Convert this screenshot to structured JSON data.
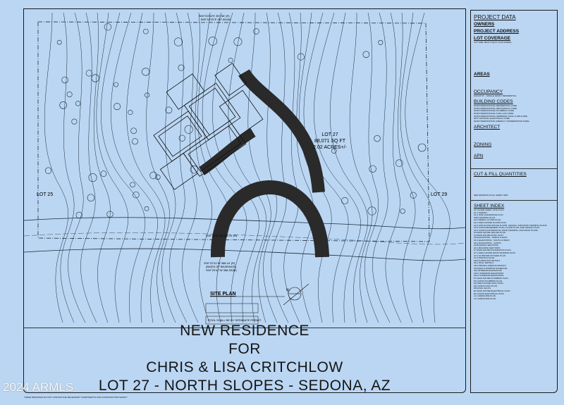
{
  "drawing": {
    "lot_left": "LOT 25",
    "lot_right": "LOT 29",
    "lot_center": {
      "name": "LOT 27",
      "area_sqft": "88,071 SQ FT",
      "area_acres": "2.02 ACRES+/-"
    },
    "bearing_top_r": "N90°20'04\"E 357.58' (R)",
    "bearing_top_m": "N90°19'20\"E 357.66'(M)",
    "bearing_bottom_r": "S00°22'41\"W 368.44' (R)",
    "bearing_bottom_basis": "(BASIS OF BEARINGS)",
    "bearing_bottom_m": "S00°20'41\"W 368.35'(M)",
    "bearing_mid": "S00°22'41\"W 268.24' (R)",
    "site_plan_label": "SITE PLAN",
    "north_label": "N",
    "note_pool": "POOL SHALL BE BY SEPARATE PERMIT",
    "colors": {
      "background": "#bad6f3",
      "driveway": "#2a2a2a",
      "linework": "#1e2a3a"
    }
  },
  "title_block": {
    "line1": "NEW RESIDENCE",
    "line2": "FOR",
    "line3": "CHRIS & LISA CRITCHLOW",
    "line4": "LOT 27 - NORTH SLOPES - SEDONA, AZ"
  },
  "panel": {
    "heading": "PROJECT DATA",
    "owners": "OWNERS",
    "project_address": "PROJECT ADDRESS",
    "lot_coverage": "LOT COVERAGE",
    "lot_size": "LOT SIZE: 88,071 SQ FT (2.02 ACRES)",
    "areas": "AREAS",
    "occupancy": "OCCUPANCY",
    "occupancy_text": "GROUP 'R' - SINGLE FAMILY RESIDENTIAL",
    "building_codes": "BUILDING CODES",
    "codes": [
      "2018 INTERNATIONAL RESIDENTIAL CODE",
      "2018 INTERNATIONAL MECHANICAL CODE",
      "2018 INTERNATIONAL PLUMBING CODE",
      "2018 INTERNATIONAL FUEL GAS CODE",
      "2018 INTERNATIONAL SWIMMING POOL & SPA CODE",
      "2017 NATIONAL ELECTRICAL CODE",
      "2018 INTERNATIONAL ENERGY CONSERVATION CODE"
    ],
    "architect": "ARCHITECT",
    "zoning": "ZONING",
    "apn": "APN",
    "cut_fill": "CUT & FILL QUANTITIES",
    "cut_fill_note": "SEE GRADING PLAN, SHEET GRP",
    "sheet_index": "SHEET INDEX",
    "sheets": [
      "A1 COVER SHEET, SITE PLAN",
      "A1.1 SURVEY",
      "A1.2 SITE CLEARANCE PLAN",
      "GRP GRADING PLAN",
      "A2 OVERALL FLOOR PLAN",
      "A2.1 MAIN HOUSE FLOOR PLAN",
      "A2.2 2ND FLOOR OFFICE FLOOR, CEILING, AND ROOF FRAMING PLANS",
      "A2.3 CASITA BASEMENT PLAN, FLOOR PLAN, AND CEILING PLAN",
      "A2.4 CASITA FOUNDATION, ROOF FRAMING, AND ROOF PLANS",
      "A3 MAIN HOUSE CEILING PLAN",
      "A4 MAIN HOUSE ROOF PLAN",
      "A5 ELEVATIONS - NORTH & EAST",
      "A5.1 ELEVATIONS - SOUTH & WEST",
      "A5.2 ELEVATIONS - CASITA",
      "A6 BUILDING SECTIONS",
      "A6.1 BUILDING SECTIONS",
      "A7 MAIN HOUSE FOUNDATION PLAN",
      "A7.1 MAIN HOUSE ROOF FRAMING PLAN",
      "A7.2 OUTDOOR KITCHEN PLAN",
      "A7.3 PORTICO PLAN",
      "A8 FOUNDATION DETAILS",
      "A8.1 WALL DETAILS",
      "A8.2 MISCELLANEOUS DETAILS",
      "A9 DOOR & WINDOW SCHEDULE",
      "A10 INTERIOR ELEVATIONS",
      "A10.1 INTERIOR ELEVATIONS",
      "A10.2 INTERIOR ELEVATIONS",
      "P1 MAIN HOUSE PLUMBING PLAN",
      "P2 CASITA PLUMBING PLAN",
      "M1 MAIN HOUSE HVAC PLAN",
      "M2 CASITA HVAC PLAN",
      "M3 HVAC CALCS",
      "E1 MAIN HOUSE ELECTRICAL PLAN",
      "E2 CASITA ELECTRICAL PLAN",
      "L1 LANDSCAPE PLAN",
      "L2 LANDSCAPE PLAN"
    ]
  },
  "watermark": "2024 ARMLS",
  "footer_note": "THESE DRAWINGS DO NOT CONTAIN THE NECESSARY COMPONENTS FOR CONSTRUCTION SAFETY"
}
